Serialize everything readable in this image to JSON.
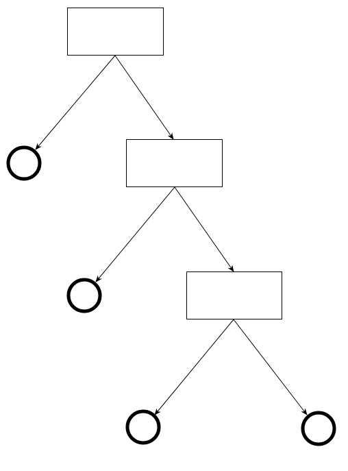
{
  "diagram": {
    "type": "binary-tree",
    "colors": {
      "stroke": "#000000",
      "fill": "#ffffff"
    },
    "nodes": [
      {
        "id": "n1",
        "shape": "rectangle",
        "label": ""
      },
      {
        "id": "n2",
        "shape": "rectangle",
        "label": ""
      },
      {
        "id": "n3",
        "shape": "rectangle",
        "label": ""
      },
      {
        "id": "l1",
        "shape": "circle",
        "label": ""
      },
      {
        "id": "l2",
        "shape": "circle",
        "label": ""
      },
      {
        "id": "l3",
        "shape": "circle",
        "label": ""
      },
      {
        "id": "l4",
        "shape": "circle",
        "label": ""
      }
    ],
    "edges": [
      {
        "from": "n1",
        "to": "l1",
        "arrow": "end"
      },
      {
        "from": "n1",
        "to": "n2",
        "arrow": "end"
      },
      {
        "from": "n2",
        "to": "l2",
        "arrow": "end"
      },
      {
        "from": "n2",
        "to": "n3",
        "arrow": "end"
      },
      {
        "from": "n3",
        "to": "l3",
        "arrow": "end"
      },
      {
        "from": "n3",
        "to": "l4",
        "arrow": "end"
      }
    ]
  }
}
